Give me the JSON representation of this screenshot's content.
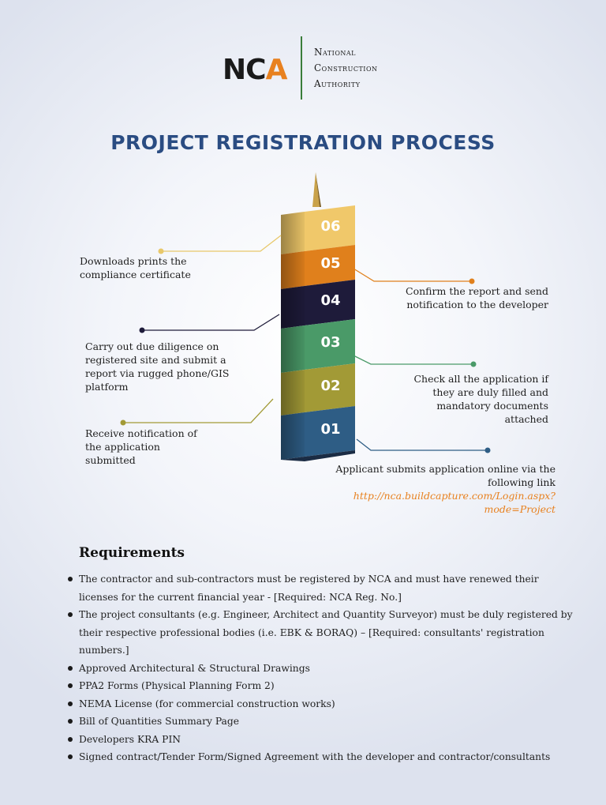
{
  "logo": {
    "mark_prefix": "NC",
    "mark_suffix": "A",
    "name_line1": "National",
    "name_line2": "Construction",
    "name_line3": "Authority"
  },
  "title": "PROJECT REGISTRATION PROCESS",
  "steps": [
    {
      "number": "06",
      "color": "#f0c86a"
    },
    {
      "number": "05",
      "color": "#e0801c"
    },
    {
      "number": "04",
      "color": "#1e1b3a"
    },
    {
      "number": "03",
      "color": "#4a9a68"
    },
    {
      "number": "02",
      "color": "#a29a36"
    },
    {
      "number": "01",
      "color": "#2e5d85"
    }
  ],
  "labels": {
    "step06": "Downloads prints the compliance certificate",
    "step05": "Confirm the report and send notification to the developer",
    "step04": "Carry out due diligence on registered site and submit a report via rugged phone/GIS platform",
    "step03": "Check all the application if they are duly filled and mandatory documents attached",
    "step02": "Receive notification of the application submitted",
    "step01": "Applicant submits application online via the following link",
    "step01_link": "http://nca.buildcapture.com/Login.aspx?mode=Project"
  },
  "requirements": {
    "heading": "Requirements",
    "items": [
      "The contractor and sub-contractors must be registered by NCA and must have renewed their licenses for the current financial year - [Required: NCA Reg. No.]",
      "The project consultants (e.g. Engineer, Architect and Quantity Surveyor) must be duly registered by their respective professional bodies (i.e. EBK & BORAQ) – [Required: consultants' registration numbers.]",
      "Approved Architectural & Structural Drawings",
      "PPA2 Forms (Physical Planning Form 2)",
      "NEMA License (for commercial construction works)",
      "Bill of Quantities Summary Page",
      "Developers KRA PIN",
      "Signed contract/Tender Form/Signed Agreement with the developer and contractor/consultants"
    ]
  }
}
